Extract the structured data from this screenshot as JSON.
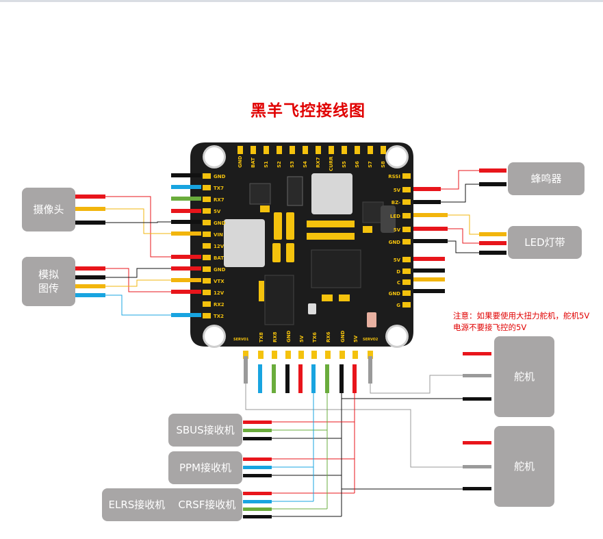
{
  "title": "黑羊飞控接线图",
  "note": "注意：如果要使用大扭力舵机，舵机5V电源不要接飞控的5V",
  "boxes": {
    "camera": "摄像头",
    "vtx_line1": "模拟",
    "vtx_line2": "图传",
    "buzzer": "蜂鸣器",
    "led": "LED灯带",
    "servo1": "舵机",
    "servo2": "舵机",
    "sbus": "SBUS接收机",
    "ppm": "PPM接收机",
    "elrs": "ELRS接收机",
    "crsf": "CRSF接收机"
  },
  "pads": {
    "top": [
      "GND",
      "BAT",
      "S1",
      "S2",
      "S3",
      "S4",
      "RX7",
      "CURR",
      "S5",
      "S6",
      "S7",
      "S8"
    ],
    "left": [
      "GND",
      "TX7",
      "RX7",
      "5V",
      "GND",
      "VIN",
      "12V",
      "BAT",
      "GND",
      "VTX",
      "12V",
      "RX2",
      "TX2"
    ],
    "right": [
      "RSSI",
      "5V",
      "BZ-",
      "LED",
      "5V",
      "GND",
      "5V",
      "D",
      "C",
      "GND",
      "G"
    ],
    "bottom": [
      "SERVO1",
      "TX8",
      "RX8",
      "GND",
      "5V",
      "TX6",
      "RX6",
      "GND",
      "5V",
      "SERVO2"
    ]
  },
  "wire_colors": {
    "red": "#e8151b",
    "black": "#111111",
    "yellow": "#f2b50c",
    "blue": "#18a4e0",
    "green": "#6aac3c",
    "gray": "#9a9a9a",
    "pad": "#f4c20d",
    "board": "#1c1c1c"
  }
}
